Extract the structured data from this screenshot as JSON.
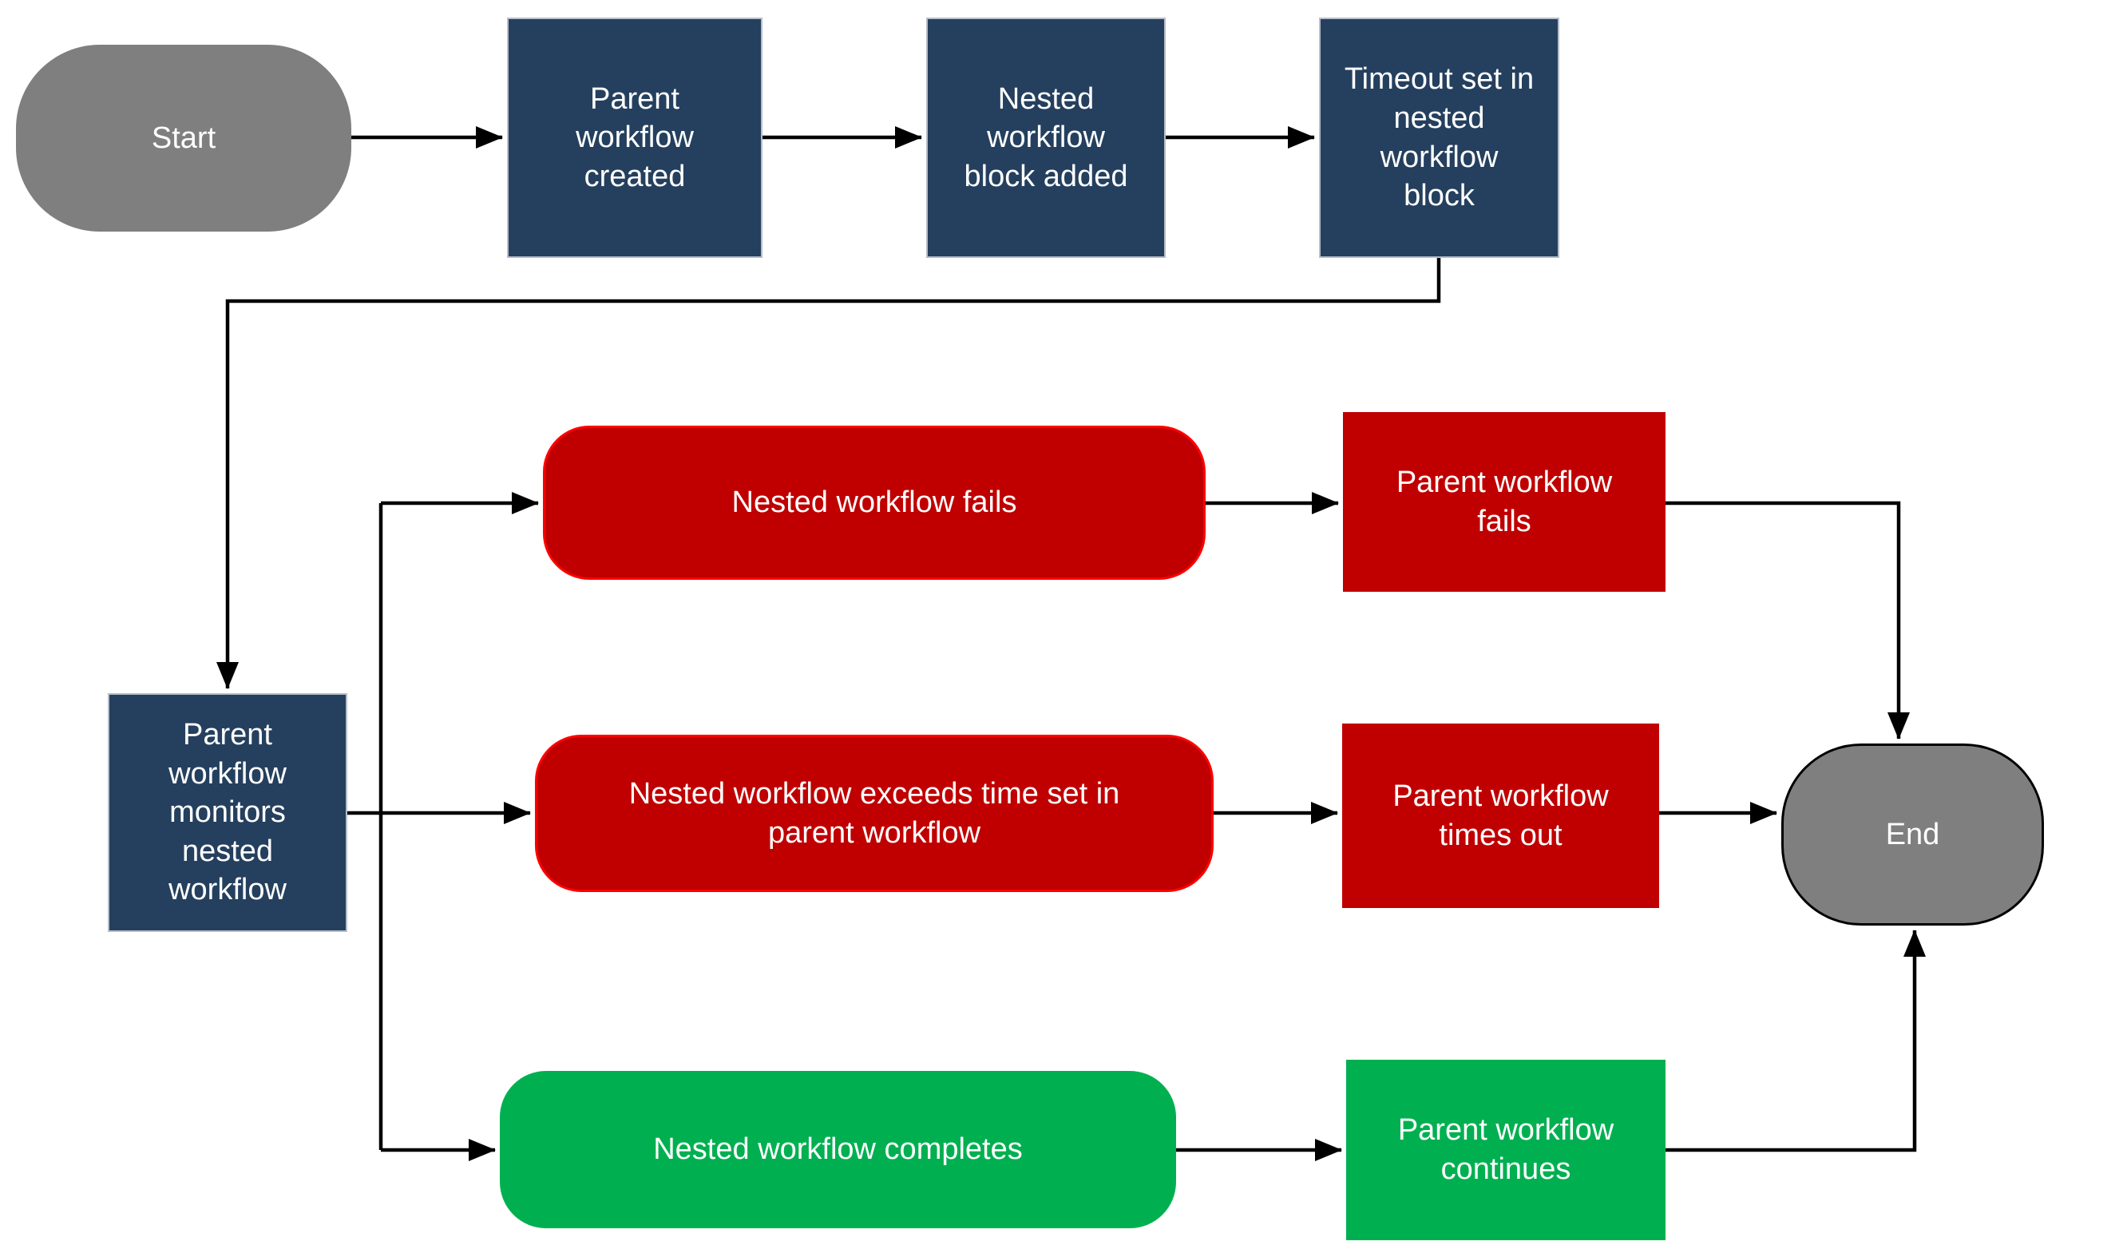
{
  "diagram": {
    "type": "flowchart",
    "background": "white",
    "colors": {
      "node_blue": "#25405e",
      "blue_border": "#b7bdc9",
      "node_red": "#c00000",
      "red_border": "#ff0000",
      "node_green": "#00b050",
      "node_gray": "#7f7f7f",
      "connector": "#000000",
      "text": "#ffffff",
      "background": "#ffffff"
    },
    "nodes": {
      "start": {
        "label": "Start",
        "shape": "terminator",
        "color": "gray"
      },
      "parent_created": {
        "label": "Parent\nworkflow\ncreated",
        "shape": "rectangle",
        "color": "blue"
      },
      "nested_added": {
        "label": "Nested\nworkflow\nblock added",
        "shape": "rectangle",
        "color": "blue"
      },
      "timeout_set": {
        "label": "Timeout set in\nnested\nworkflow\nblock",
        "shape": "rectangle",
        "color": "blue"
      },
      "monitors": {
        "label": "Parent\nworkflow\nmonitors\nnested\nworkflow",
        "shape": "rectangle",
        "color": "blue"
      },
      "nested_fails": {
        "label": "Nested workflow fails",
        "shape": "rounded",
        "color": "red"
      },
      "nested_exceeds": {
        "label": "Nested workflow exceeds time set in\nparent workflow",
        "shape": "rounded",
        "color": "red"
      },
      "nested_completes": {
        "label": "Nested workflow completes",
        "shape": "rounded",
        "color": "green"
      },
      "parent_fails": {
        "label": "Parent workflow\nfails",
        "shape": "rectangle",
        "color": "red"
      },
      "parent_times_out": {
        "label": "Parent workflow\ntimes out",
        "shape": "rectangle",
        "color": "red"
      },
      "parent_continues": {
        "label": "Parent workflow\ncontinues",
        "shape": "rectangle",
        "color": "green"
      },
      "end": {
        "label": "End",
        "shape": "terminator",
        "color": "gray"
      }
    },
    "edges": [
      {
        "from": "start",
        "to": "parent_created"
      },
      {
        "from": "parent_created",
        "to": "nested_added"
      },
      {
        "from": "nested_added",
        "to": "timeout_set"
      },
      {
        "from": "timeout_set",
        "to": "monitors"
      },
      {
        "from": "monitors",
        "to": "nested_fails"
      },
      {
        "from": "monitors",
        "to": "nested_exceeds"
      },
      {
        "from": "monitors",
        "to": "nested_completes"
      },
      {
        "from": "nested_fails",
        "to": "parent_fails"
      },
      {
        "from": "nested_exceeds",
        "to": "parent_times_out"
      },
      {
        "from": "nested_completes",
        "to": "parent_continues"
      },
      {
        "from": "parent_fails",
        "to": "end"
      },
      {
        "from": "parent_times_out",
        "to": "end"
      },
      {
        "from": "parent_continues",
        "to": "end"
      }
    ]
  }
}
